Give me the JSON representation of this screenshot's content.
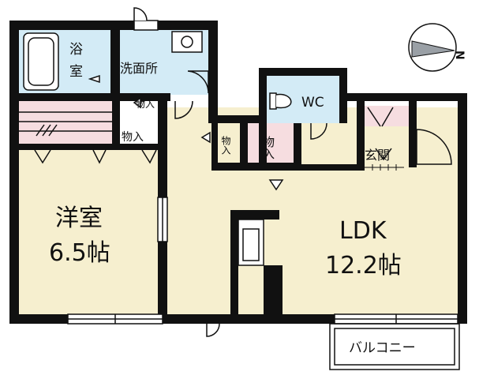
{
  "plan": {
    "rooms": {
      "western_room": {
        "name": "洋室",
        "size": "6.5帖"
      },
      "ldk": {
        "name": "LDK",
        "size": "12.2帖"
      },
      "bath": {
        "line1": "浴",
        "line2": "室"
      },
      "washroom": "洗面所",
      "wc": "WC",
      "entrance": "玄関",
      "balcony": "バルコニー"
    },
    "storage": {
      "closet_a": "物入",
      "closet_b": "物入",
      "closet_c": "物入",
      "closet_d": "物入"
    },
    "compass": {
      "letter": "N"
    },
    "colors": {
      "wall": "#111111",
      "floor": "#f6efcf",
      "wet_area": "#d3ebf6",
      "storage_pink": "#f6dde0",
      "white": "#ffffff"
    }
  }
}
